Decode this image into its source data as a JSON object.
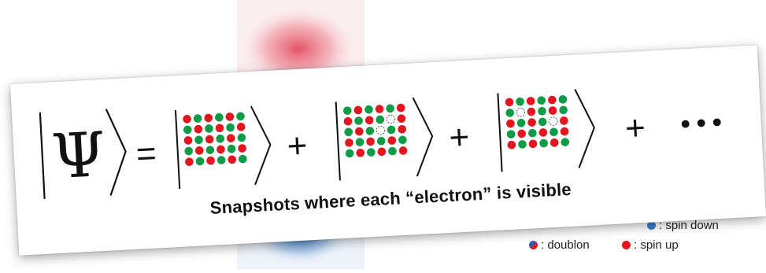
{
  "equation": {
    "psi_symbol": "Ψ",
    "equals": "=",
    "plus": "+",
    "ellipsis": "•••"
  },
  "caption": "Snapshots where each “electron” is visible",
  "legend": {
    "spin_down_label": ": spin down",
    "doublon_label": ": doublon",
    "spin_up_label": ": spin up"
  },
  "colors": {
    "spin_up": "#e3151f",
    "spin_down": "#0e9c46",
    "background_top": "#e85c6a",
    "background_bottom": "#2c6fc2",
    "legend_spin_down": "#3c7fd1",
    "legend_doublon_a": "#2b5fb3",
    "legend_doublon_b": "#d61f26",
    "empty_site": "#555555"
  },
  "snapshots": [
    {
      "grid": [
        "RGRGRG",
        "GRGRGR",
        "RGRGRG",
        "GRGRGR",
        "RGRGRG"
      ]
    },
    {
      "grid": [
        "GRGRGR",
        "RGRGOR",
        "GRGOGR",
        "RGRGRG",
        "GRGRGR"
      ]
    },
    {
      "grid": [
        "RGRGRG",
        "GORGRG",
        "RGRGOR",
        "GRGRGR",
        "RGRGRG"
      ]
    }
  ]
}
